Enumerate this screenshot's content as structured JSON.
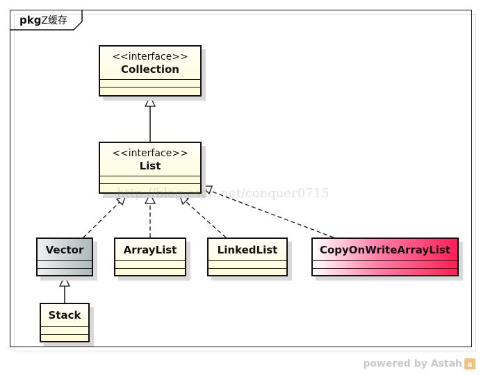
{
  "package": {
    "keyword": "pkg",
    "name": "Z缓存"
  },
  "classes": {
    "collection": {
      "stereotype": "<<interface>>",
      "name": "Collection"
    },
    "list": {
      "stereotype": "<<interface>>",
      "name": "List"
    },
    "vector": {
      "name": "Vector"
    },
    "arraylist": {
      "name": "ArrayList"
    },
    "linkedlist": {
      "name": "LinkedList"
    },
    "copyonwrite": {
      "name": "CopyOnWriteArrayList"
    },
    "stack": {
      "name": "Stack"
    }
  },
  "relations": [
    {
      "from": "List",
      "to": "Collection",
      "type": "generalization"
    },
    {
      "from": "Vector",
      "to": "List",
      "type": "realization"
    },
    {
      "from": "ArrayList",
      "to": "List",
      "type": "realization"
    },
    {
      "from": "LinkedList",
      "to": "List",
      "type": "realization"
    },
    {
      "from": "CopyOnWriteArrayList",
      "to": "List",
      "type": "realization"
    },
    {
      "from": "Stack",
      "to": "Vector",
      "type": "generalization"
    }
  ],
  "colors": {
    "grey_class": "#aeb8bb",
    "pink_class": "#ff1e57",
    "interface_fill": "#fffbd6"
  },
  "watermark": "http://blog.csdn.net/conquer0715",
  "footer": {
    "text": "powered by Astah",
    "logo_icon": "astah-logo-icon"
  }
}
